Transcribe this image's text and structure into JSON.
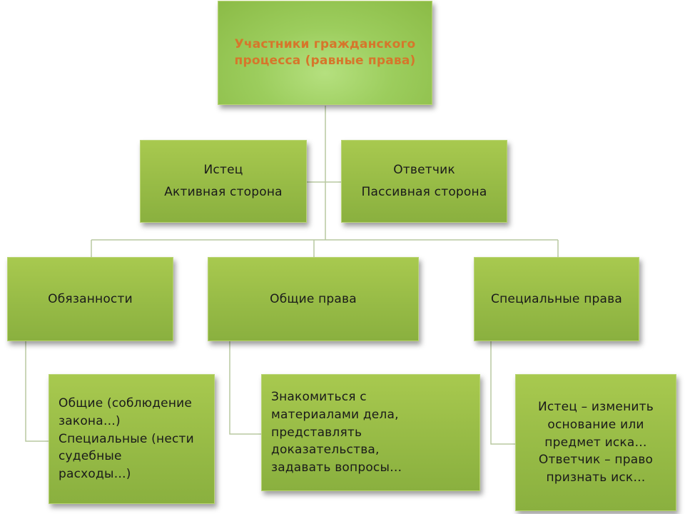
{
  "root": {
    "line1": "Участники гражданского",
    "line2": "процесса (равные права)"
  },
  "plaintiff": {
    "title": "Истец",
    "role": "Активная сторона"
  },
  "defendant": {
    "title": "Ответчик",
    "role": "Пассивная сторона"
  },
  "duties": {
    "title": "Обязанности",
    "detail": [
      "Общие (соблюдение",
      "закона…)",
      "Специальные (нести",
      "судебные",
      "расходы…)"
    ]
  },
  "general_rights": {
    "title": "Общие права",
    "detail": [
      "Знакомиться с",
      "материалами дела,",
      "представлять",
      "доказательства,",
      "задавать вопросы…"
    ]
  },
  "special_rights": {
    "title": "Специальные права",
    "detail": [
      "Истец – изменить",
      "основание или",
      "предмет иска…",
      "Ответчик – право",
      "признать иск…"
    ]
  },
  "colors": {
    "box_green": "#97bb46",
    "root_green": "#9ccd5d",
    "root_text": "#d6762b",
    "connector": "#b8c9a0"
  }
}
